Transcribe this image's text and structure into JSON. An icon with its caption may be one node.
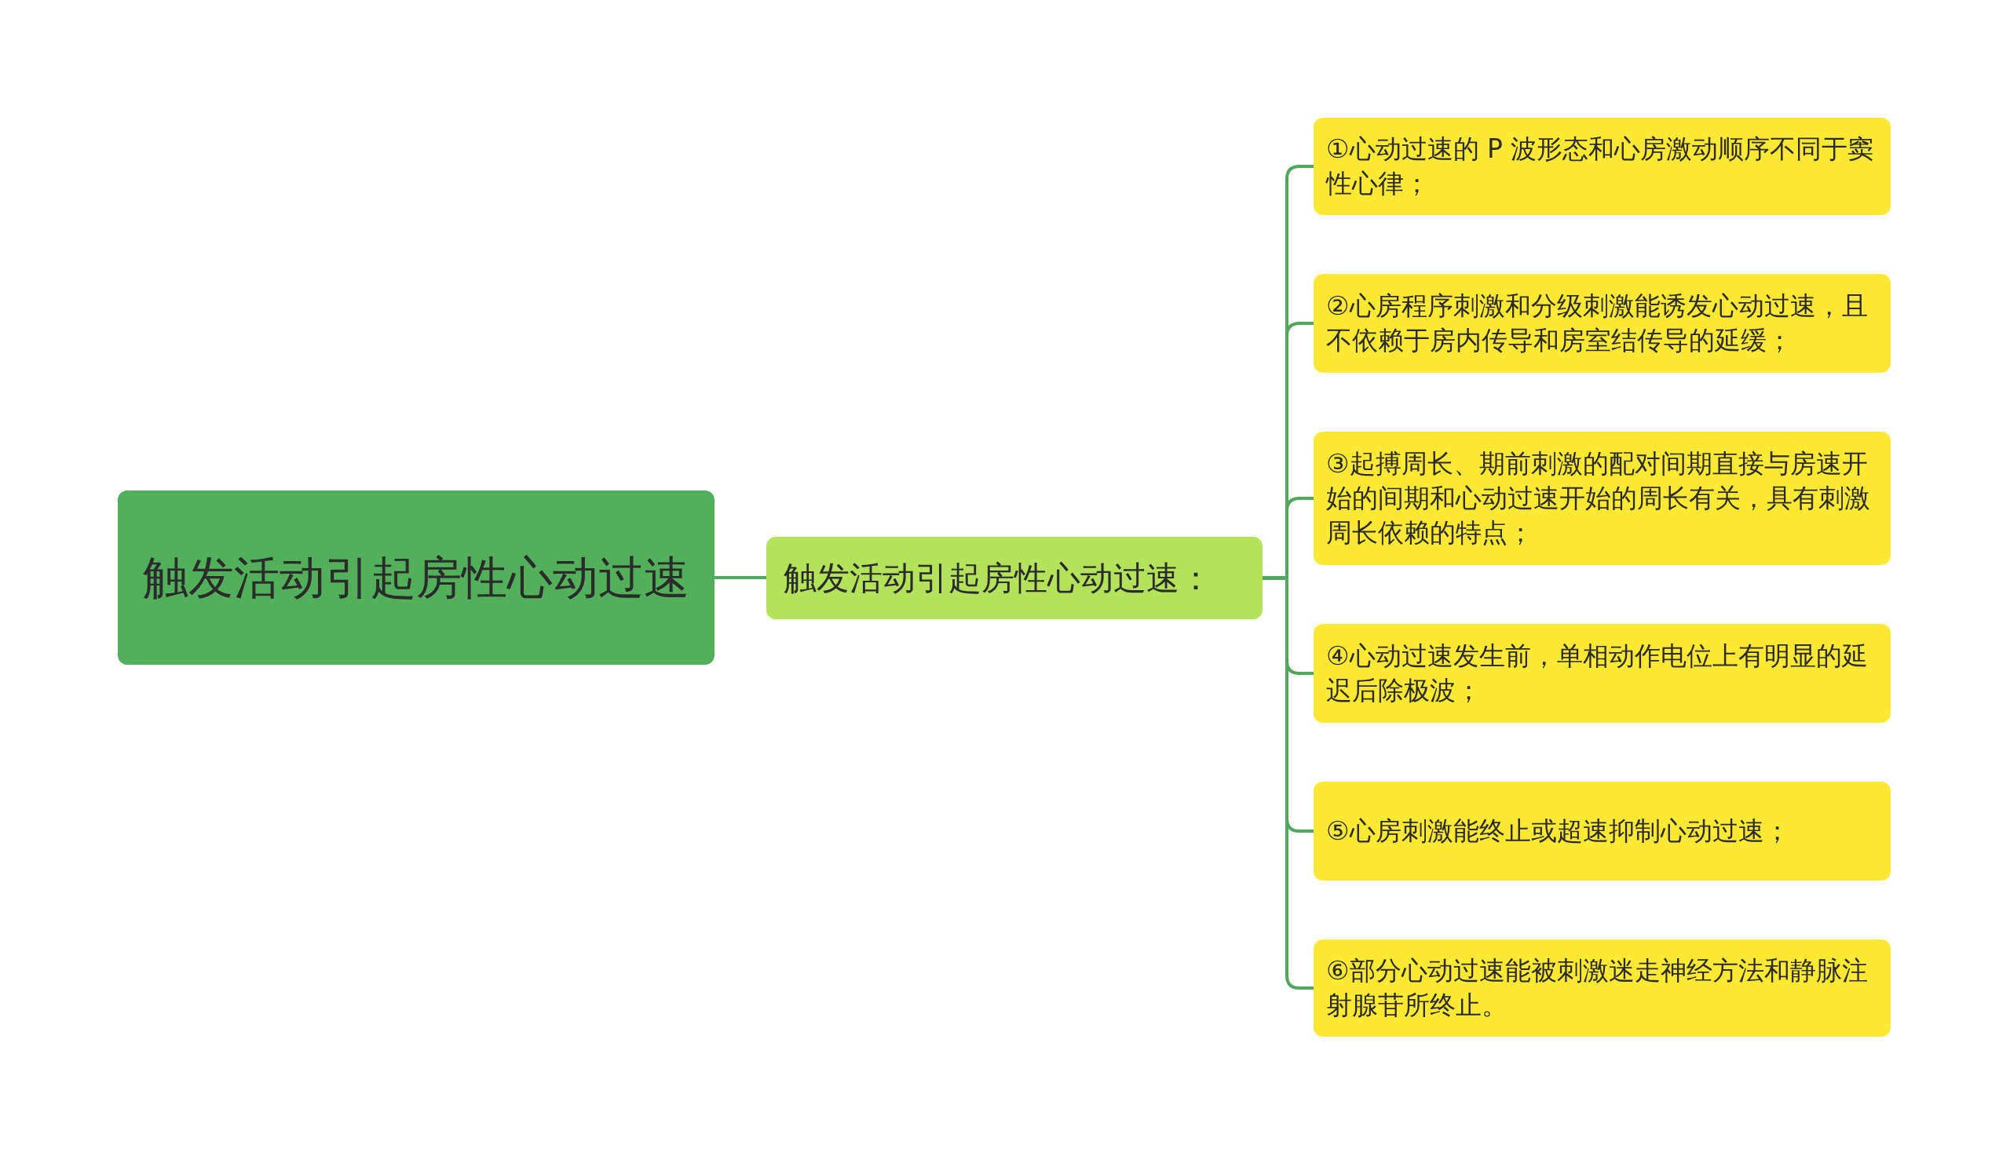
{
  "diagram": {
    "nodes": [
      {
        "text": [
          "触发活动引起房性心动过速"
        ]
      },
      {
        "text": [
          "触发活动引起房性心动过速："
        ]
      },
      {
        "text": [
          "①心动过速的 P 波形态和心房激动顺序不同于窦性心律；"
        ]
      },
      {
        "text": [
          "②心房程序刺激和分级刺激能诱发心动过速，且不依赖于房内传导和房室结传导的延缓；"
        ]
      },
      {
        "text": [
          "③起搏周长、期前刺激的配对间期直接与房速开始的间期和心动过速开始的周长有关，具有刺激周长依赖的特点；"
        ]
      },
      {
        "text": [
          "④心动过速发生前，单相动作电位上有明显的延迟后除极波；"
        ]
      },
      {
        "text": [
          "⑤心房刺激能终止或超速抑制心动过速；"
        ]
      },
      {
        "text": [
          "⑥部分心动过速能被刺激迷走神经方法和静脉注射腺苷所终止。"
        ]
      }
    ],
    "edges": [
      {
        "from": 0,
        "to": 1,
        "arrow": "none"
      },
      {
        "from": 1,
        "to": 2,
        "arrow": "none"
      },
      {
        "from": 1,
        "to": 3,
        "arrow": "none"
      },
      {
        "from": 1,
        "to": 4,
        "arrow": "none"
      },
      {
        "from": 1,
        "to": 5,
        "arrow": "none"
      },
      {
        "from": 1,
        "to": 6,
        "arrow": "none"
      },
      {
        "from": 1,
        "to": 7,
        "arrow": "none"
      }
    ]
  }
}
